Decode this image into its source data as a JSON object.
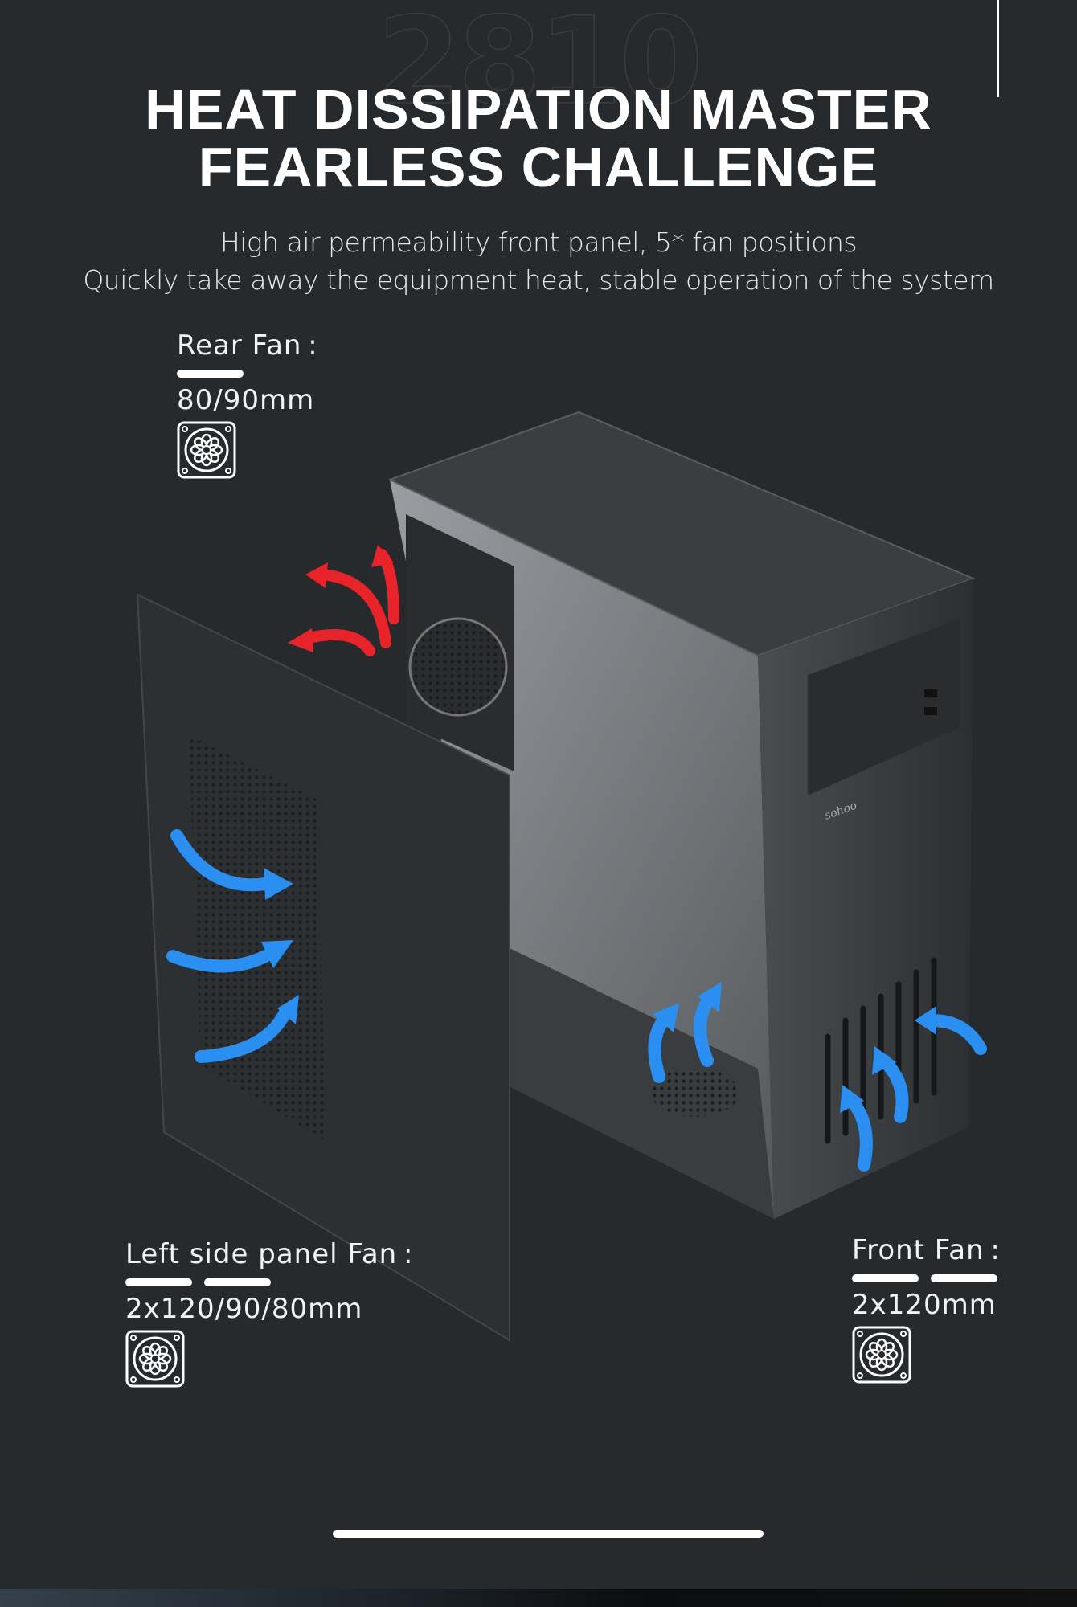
{
  "watermark": "2810",
  "title": {
    "line1": "HEAT DISSIPATION MASTER",
    "line2": "FEARLESS CHALLENGE"
  },
  "subtitle": {
    "line1": "High air permeability front panel,  5* fan positions",
    "line2": "Quickly take away the equipment heat, stable operation of the system"
  },
  "product": {
    "brand_logo": "sohoo"
  },
  "fans": {
    "rear": {
      "label": "Rear Fan :",
      "size": "80/90mm",
      "slots": 1,
      "icon": "fan-icon"
    },
    "left": {
      "label": "Left side panel Fan :",
      "size": "2x120/90/80mm",
      "slots": 2,
      "icon": "fan-icon"
    },
    "front": {
      "label": "Front Fan :",
      "size": "2x120mm",
      "slots": 2,
      "icon": "fan-icon"
    }
  },
  "colors": {
    "background": "#272a2c",
    "hot_air": "#e8232a",
    "cool_air": "#2a8ff0"
  }
}
